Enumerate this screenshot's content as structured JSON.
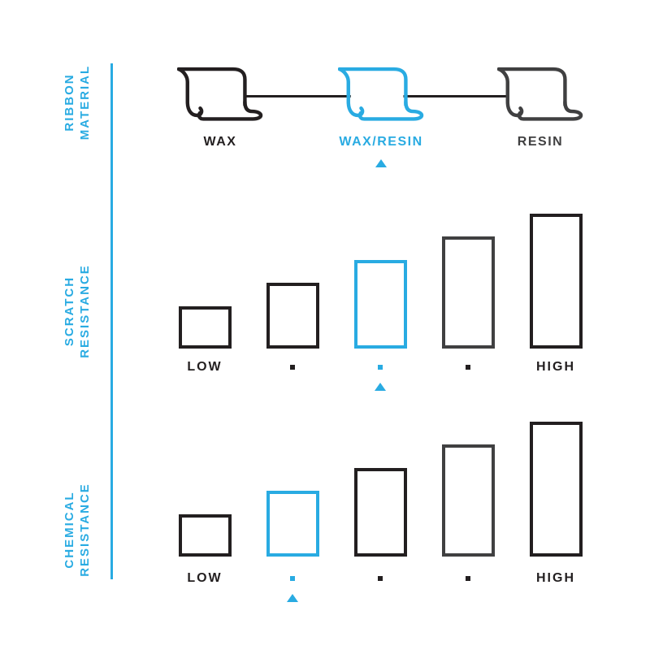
{
  "palette": {
    "accent": "#29abe2",
    "ink": "#231f20",
    "ink_soft": "#404041",
    "background": "#ffffff"
  },
  "sections": {
    "ribbon": {
      "label_lines": [
        "RIBBON",
        "MATERIAL"
      ]
    },
    "scratch": {
      "label_lines": [
        "SCRATCH",
        "RESISTANCE"
      ]
    },
    "chemical": {
      "label_lines": [
        "CHEMICAL",
        "RESISTANCE"
      ]
    }
  },
  "ribbon_materials": {
    "items": [
      {
        "name": "WAX",
        "selected": false
      },
      {
        "name": "WAX/RESIN",
        "selected": true
      },
      {
        "name": "RESIN",
        "selected": false
      }
    ],
    "selected_material": "WAX/RESIN",
    "selection_marker": "triangle-up"
  },
  "chart_data": [
    {
      "type": "bar",
      "title": "SCRATCH RESISTANCE",
      "x_tick_labels": [
        "LOW",
        "",
        "",
        "",
        "HIGH"
      ],
      "x_tick_markers": [
        "label",
        "dot",
        "dot",
        "dot",
        "label"
      ],
      "values": [
        1,
        2,
        3,
        4,
        5
      ],
      "value_scale": "relative resistance level (1 = LOW, 5 = HIGH)",
      "ylim": [
        0,
        5
      ],
      "highlighted_index": 2,
      "highlight_marker": "triangle-up",
      "grid": false,
      "legend": false
    },
    {
      "type": "bar",
      "title": "CHEMICAL RESISTANCE",
      "x_tick_labels": [
        "LOW",
        "",
        "",
        "",
        "HIGH"
      ],
      "x_tick_markers": [
        "label",
        "dot",
        "dot",
        "dot",
        "label"
      ],
      "values": [
        1,
        2,
        3,
        4,
        5
      ],
      "value_scale": "relative resistance level (1 = LOW, 5 = HIGH)",
      "ylim": [
        0,
        5
      ],
      "highlighted_index": 1,
      "highlight_marker": "triangle-up",
      "grid": false,
      "legend": false
    }
  ]
}
